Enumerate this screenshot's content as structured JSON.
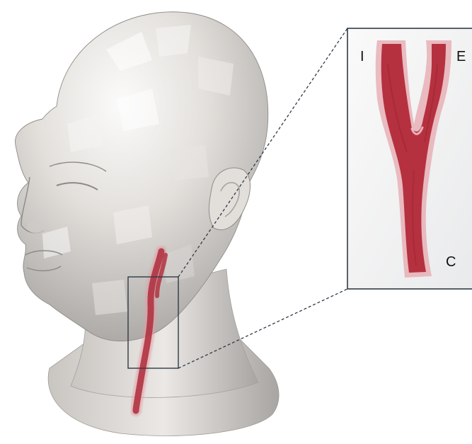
{
  "labels": {
    "internal": "I",
    "external": "E",
    "common": "C"
  },
  "colors": {
    "head_skin": "#dcd8d4",
    "vessel_core": "#b7323f",
    "vessel_halo": "#e79aa2",
    "inset_frame": "#2f3b45",
    "inset_bg": "#f3f3f4"
  }
}
